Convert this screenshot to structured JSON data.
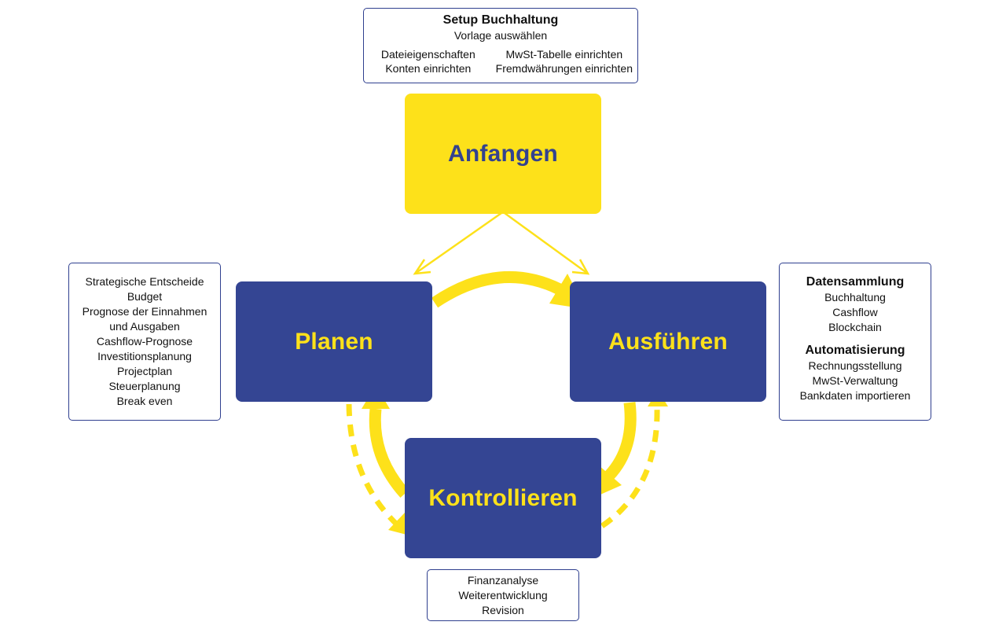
{
  "colors": {
    "yellow": "#fde11a",
    "blue": "#344593",
    "border": "#2f3f8f"
  },
  "phases": {
    "anfangen": "Anfangen",
    "planen": "Planen",
    "ausfuehren": "Ausführen",
    "kontrollieren": "Kontrollieren"
  },
  "setup_box": {
    "title": "Setup Buchhaltung",
    "subtitle": "Vorlage auswählen",
    "left": [
      "Dateieigenschaften",
      "Konten einrichten"
    ],
    "right": [
      "MwSt-Tabelle einrichten",
      "Fremdwährungen einrichten"
    ]
  },
  "plan_box": {
    "items": [
      "Strategische Entscheide",
      "Budget",
      "Prognose der Einnahmen",
      "und Ausgaben",
      "Cashflow-Prognose",
      "Investitionsplanung",
      "Projectplan",
      "Steuerplanung",
      "Break even"
    ]
  },
  "exec_box": {
    "section1_title": "Datensammlung",
    "section1_items": [
      "Buchhaltung",
      "Cashflow",
      "Blockchain"
    ],
    "section2_title": "Automatisierung",
    "section2_items": [
      "Rechnungsstellung",
      "MwSt-Verwaltung",
      "Bankdaten importieren"
    ]
  },
  "control_box": {
    "items": [
      "Finanzanalyse",
      "Weiterentwicklung",
      "Revision"
    ]
  }
}
